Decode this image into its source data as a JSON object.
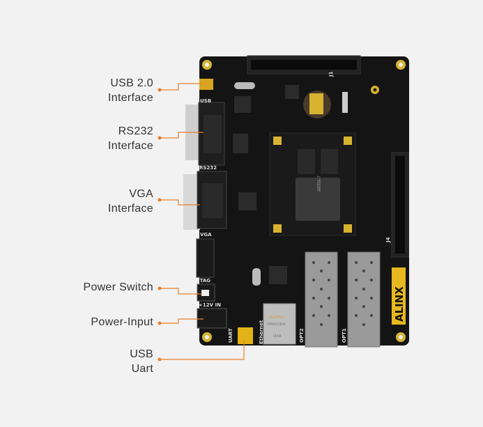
{
  "callouts": [
    {
      "line1": "USB 2.0",
      "line2": "Interface"
    },
    {
      "line1": "RS232",
      "line2": "Interface"
    },
    {
      "line1": "VGA",
      "line2": "Interface"
    },
    {
      "line1": "Power Switch",
      "line2": ""
    },
    {
      "line1": "Power-Input",
      "line2": ""
    },
    {
      "line1": "USB",
      "line2": "Uart"
    }
  ],
  "board": {
    "silkscreen": {
      "usb": "USB",
      "rs232": "RS232",
      "vga": "VGA",
      "jtag": "JTAG",
      "power_in": "+12V IN",
      "uart": "UART",
      "ethernet": "Ethernet",
      "opt2": "OPT2",
      "opt1": "OPT1",
      "j1": "J1",
      "j4": "J4"
    },
    "brand_logo": "ALINX",
    "fpga_marking": "ARTIX-7",
    "ethernet_jack_marking": [
      "HanRun",
      "HR911130A",
      "19/08"
    ]
  },
  "colors": {
    "accent": "#e8802a",
    "background": "#f2f2f2",
    "board": "#141414",
    "gold": "#d8b330"
  }
}
